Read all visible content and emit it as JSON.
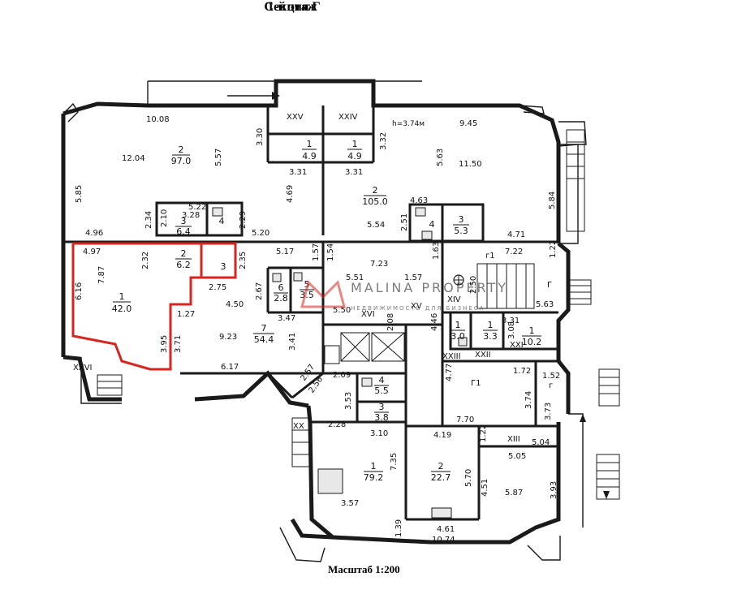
{
  "header": {
    "floor": "1-й этаж",
    "section": "Секция Г"
  },
  "footer": {
    "scale": "Масштаб 1:200"
  },
  "watermark": {
    "brand": "MALINA PROPERTY",
    "tagline": "НЕДВИЖИМОСТЬ ДЛЯ БИЗНЕСА"
  },
  "colors": {
    "highlight": "#d9251d",
    "walls": "#1a1a1a"
  },
  "plan": {
    "height_note": "h=3.74м",
    "roman_labels": [
      "XXV",
      "XXIV",
      "XXVI",
      "XX",
      "XIV",
      "XV",
      "XVI",
      "XXIII",
      "XXII",
      "XXI",
      "XIII",
      "Г",
      "Г1",
      "г",
      "г1"
    ],
    "rooms": [
      {
        "no": "2",
        "area": "97.0"
      },
      {
        "no": "1",
        "area": "4.9"
      },
      {
        "no": "1",
        "area": "4.9"
      },
      {
        "no": "2",
        "area": "105.0"
      },
      {
        "no": "3",
        "area": "6.4"
      },
      {
        "no": "4",
        "area": ""
      },
      {
        "no": "4",
        "area": ""
      },
      {
        "no": "3",
        "area": "5.3"
      },
      {
        "no": "2",
        "area": "6.2"
      },
      {
        "no": "3",
        "area": ""
      },
      {
        "no": "1",
        "area": "42.0"
      },
      {
        "no": "6",
        "area": "2.8"
      },
      {
        "no": "5",
        "area": "3.5"
      },
      {
        "no": "7",
        "area": "54.4"
      },
      {
        "no": "1",
        "area": "3.0"
      },
      {
        "no": "1",
        "area": "3.3"
      },
      {
        "no": "1",
        "area": "10.2"
      },
      {
        "no": "4",
        "area": "5.5"
      },
      {
        "no": "3",
        "area": "3.8"
      },
      {
        "no": "1",
        "area": "79.2"
      },
      {
        "no": "2",
        "area": "22.7"
      }
    ],
    "dimensions": [
      "10.08",
      "9.45",
      "12.04",
      "5.57",
      "3.30",
      "3.32",
      "5.63",
      "11.50",
      "5.85",
      "3.31",
      "3.31",
      "4.69",
      "5.84",
      "5.22",
      "3.28",
      "2.10",
      "2.34",
      "2.29",
      "4.63",
      "2.51",
      "4.96",
      "5.20",
      "5.54",
      "4.71",
      "4.97",
      "2.32",
      "2.35",
      "5.17",
      "1.57",
      "1.54",
      "7.23",
      "1.63",
      "7.22",
      "1.22",
      "7.87",
      "6.16",
      "2.75",
      "2.67",
      "5.51",
      "1.57",
      "2.50",
      "5.63",
      "1.27",
      "4.50",
      "3.47",
      "5.50",
      "2.08",
      "4.46",
      "3.31",
      "3.95",
      "3.71",
      "9.23",
      "3.41",
      "3.08",
      "6.17",
      "2.57",
      "2.56",
      "2.09",
      "4.77",
      "1.72",
      "1.52",
      "3.53",
      "3.74",
      "3.73",
      "2.28",
      "3.10",
      "7.70",
      "1.22",
      "4.19",
      "5.04",
      "7.35",
      "5.70",
      "5.05",
      "3.93",
      "4.51",
      "5.87",
      "3.57",
      "4.61",
      "1.39",
      "10.74"
    ]
  }
}
